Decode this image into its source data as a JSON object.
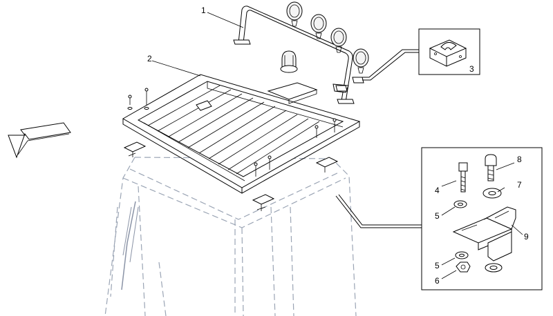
{
  "callouts": {
    "c1": "1",
    "c2": "2",
    "c3": "3",
    "c4": "4",
    "c5a": "5",
    "c5b": "5",
    "c6": "6",
    "c7": "7",
    "c8": "8",
    "c9": "9"
  },
  "icons": {
    "direction_arrow": "arrow-left-down-icon",
    "work_lamp": "work-lamp-icon",
    "beacon": "rotating-beacon-icon"
  }
}
